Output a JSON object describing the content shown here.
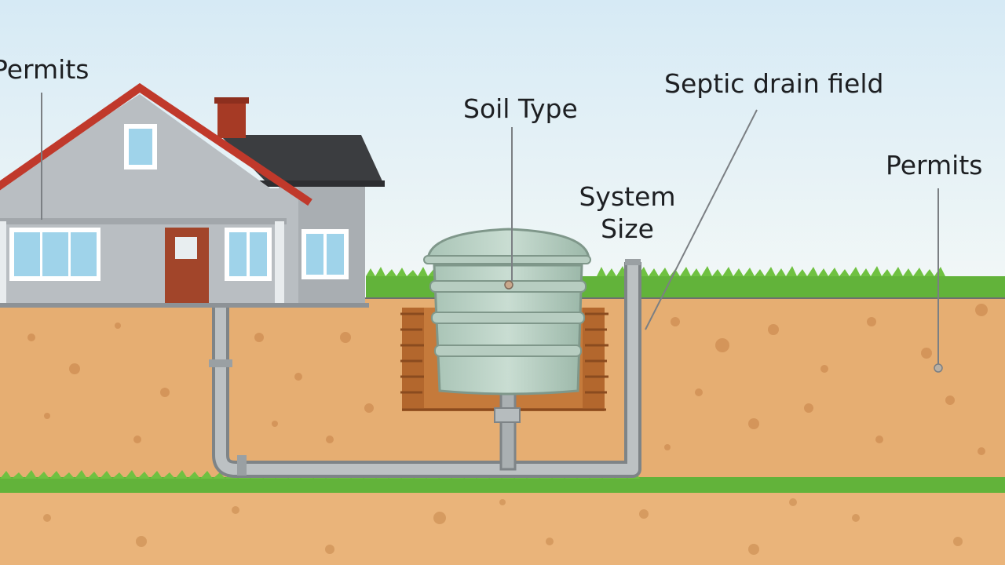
{
  "diagram": {
    "labels": {
      "permits_left": "Permits",
      "soil_type": "Soil Type",
      "system_size_line1": "System",
      "system_size_line2": "Size",
      "septic_drain_field": "Septic drain field",
      "permits_right": "Permits"
    }
  }
}
